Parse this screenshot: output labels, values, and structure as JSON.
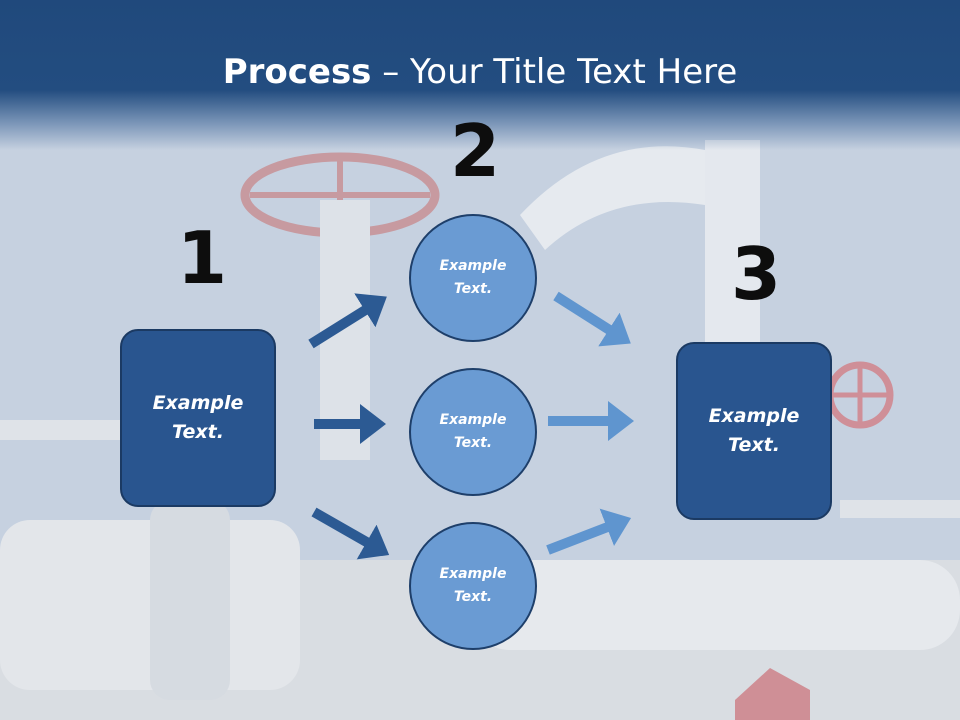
{
  "title": {
    "bold": "Process",
    "rest": " – Your Title Text Here"
  },
  "steps": {
    "one": "1",
    "two": "2",
    "three": "3"
  },
  "left_box": {
    "text": "Example\nText."
  },
  "circles": [
    {
      "text": "Example\nText."
    },
    {
      "text": "Example\nText."
    },
    {
      "text": "Example\nText."
    }
  ],
  "right_box": {
    "text": "Example\nText."
  },
  "colors": {
    "header": "#20497c",
    "box": "#29558f",
    "circle": "#6a9bd3",
    "arrow_dark": "#2c5a93",
    "arrow_light": "#5f95cf"
  }
}
